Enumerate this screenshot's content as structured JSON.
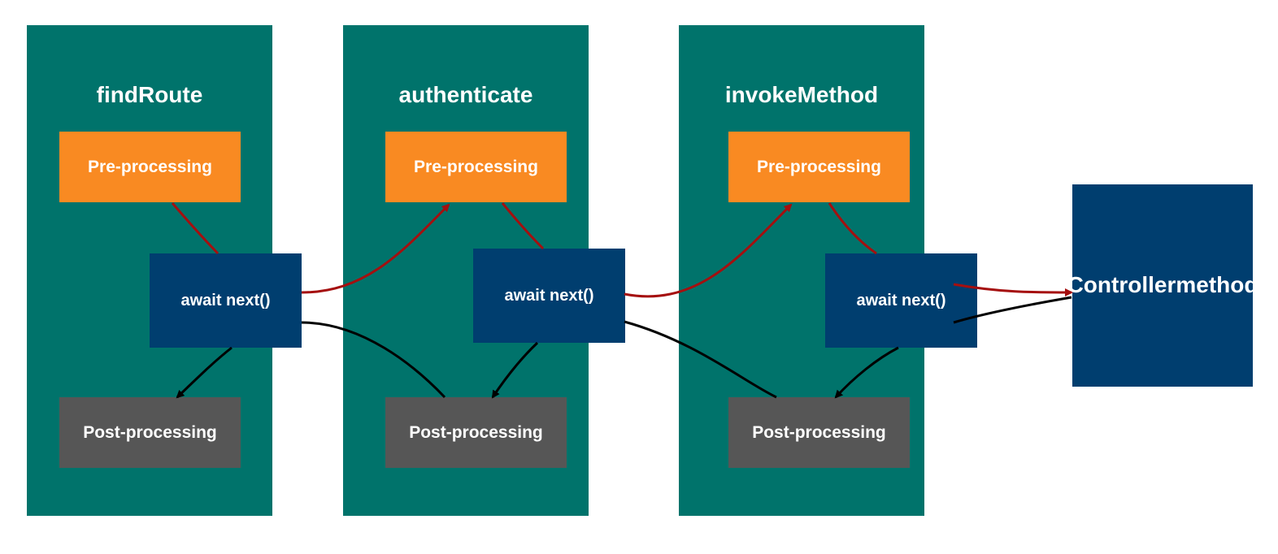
{
  "columns": [
    {
      "title": "findRoute",
      "pre": "Pre-processing",
      "next": "await next()",
      "post": "Post-processing"
    },
    {
      "title": "authenticate",
      "pre": "Pre-processing",
      "next": "await next()",
      "post": "Post-processing"
    },
    {
      "title": "invokeMethod",
      "pre": "Pre-processing",
      "next": "await next()",
      "post": "Post-processing"
    }
  ],
  "controller": {
    "line1": "Controller",
    "line2": "method"
  },
  "colors": {
    "middleware_bg": "#00736b",
    "pre": "#f98a22",
    "post": "#565656",
    "next": "#003e6f",
    "controller": "#003e6f",
    "forward_arrow": "#a50f0f",
    "return_arrow": "#000000"
  }
}
